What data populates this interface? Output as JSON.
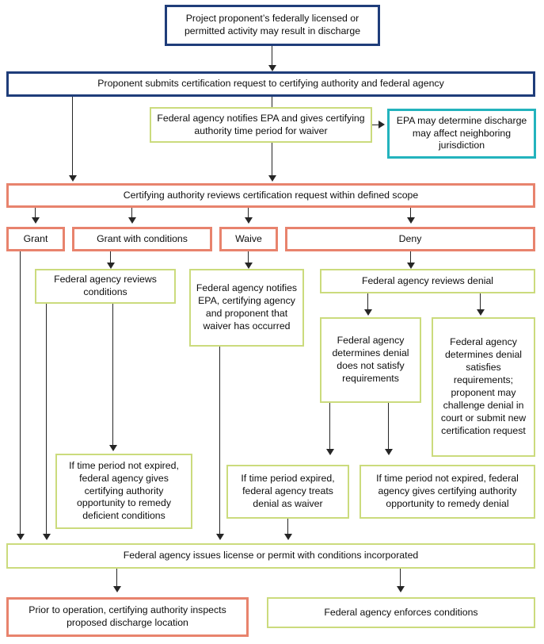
{
  "diagram": {
    "title": "Clean Water Act Section 401 certification process flowchart",
    "colors": {
      "navy": "#1f3d7a",
      "green": "#cbdb7d",
      "teal": "#23b3bd",
      "red": "#e8836d",
      "connector": "#262626",
      "text": "#0d0d0d",
      "background": "#ffffff"
    },
    "nodes": {
      "start": "Project proponent’s federally licensed or permitted activity may result in discharge",
      "submits": "Proponent submits certification request to certifying authority and federal agency",
      "notifies_epa": "Federal agency notifies EPA and gives certifying authority time period for waiver",
      "epa_determines": "EPA may determine discharge may affect neighboring jurisdiction",
      "reviews_request": "Certifying authority reviews certification request within defined scope",
      "grant": "Grant",
      "grant_with_conditions": "Grant with conditions",
      "waive": "Waive",
      "deny": "Deny",
      "reviews_conditions": "Federal agency reviews conditions",
      "notifies_waiver": "Federal agency notifies EPA, certifying agency and proponent that waiver has occurred",
      "reviews_denial": "Federal agency reviews denial",
      "denial_not_satisfy": "Federal agency determines denial does not satisfy requirements",
      "denial_satisfies": "Federal agency determines denial satisfies requirements; proponent may challenge denial in court or submit new certification request",
      "remedy_conditions": "If time period not expired, federal agency gives certifying authority opportunity to remedy deficient conditions",
      "denial_as_waiver": "If time period expired, federal agency treats denial as waiver",
      "remedy_denial": "If time period not expired, federal agency gives certifying authority opportunity to remedy denial",
      "issues_license": "Federal agency issues license or permit with conditions incorporated",
      "inspects_location": "Prior to operation, certifying authority inspects proposed discharge location",
      "enforces_conditions": "Federal agency enforces conditions"
    }
  }
}
